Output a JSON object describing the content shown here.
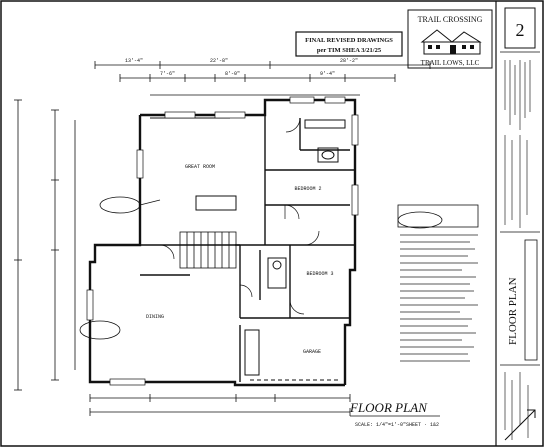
{
  "revision_stamp": {
    "line1": "FINAL REVISED DRAWINGS",
    "line2": "per TIM SHEA 3/21/25"
  },
  "title_block": {
    "project_name": "TRAIL CROSSING",
    "builder": "TRAIL LOWS, LLC",
    "sheet_number": "2",
    "sheet_title": "FLOOR PLAN"
  },
  "plan": {
    "title": "FLOOR PLAN",
    "scale_note": "SCALE: 1/4\"=1'-0\"",
    "sheet_note": "SHEET · 1&2",
    "room_labels": {
      "great_room": "GREAT ROOM",
      "bedroom_2": "BEDROOM 2",
      "bedroom_3": "BEDROOM 3",
      "dining": "DINING",
      "garage": "GARAGE"
    }
  },
  "colors": {
    "ink": "#111111",
    "paper": "#ffffff"
  }
}
